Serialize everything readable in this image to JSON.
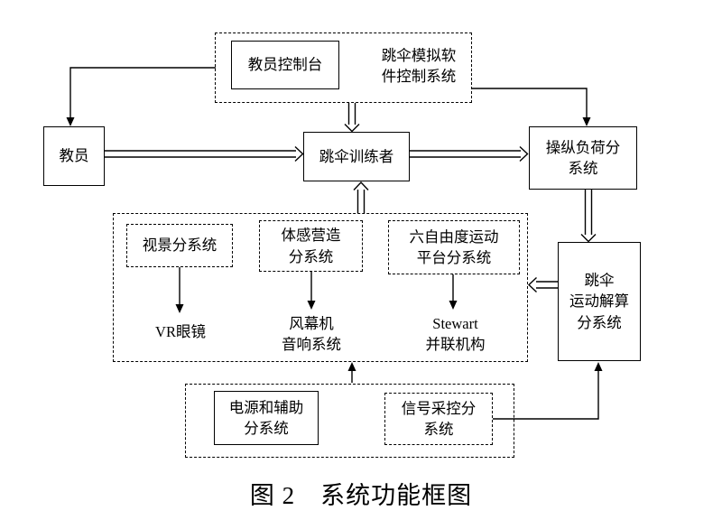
{
  "diagram": {
    "caption": "图 2　系统功能框图",
    "top_group": {
      "console_label": "教员控制台",
      "system_label": "跳伞模拟软\n件控制系统"
    },
    "nodes": {
      "instructor": "教员",
      "trainee": "跳伞训练者",
      "load_subsystem": "操纵负荷分\n系统",
      "visual_subsystem": "视景分系统",
      "somatosensory_subsystem": "体感营造\n分系统",
      "sixdof_subsystem": "六自由度运动\n平台分系统",
      "vr_glasses": "VR眼镜",
      "wind_audio": "风幕机\n音响系统",
      "stewart": "Stewart\n并联机构",
      "motion_solver": "跳伞\n运动解算\n分系统",
      "power_subsystem": "电源和辅助\n分系统",
      "signal_subsystem": "信号采控分\n系统"
    }
  }
}
